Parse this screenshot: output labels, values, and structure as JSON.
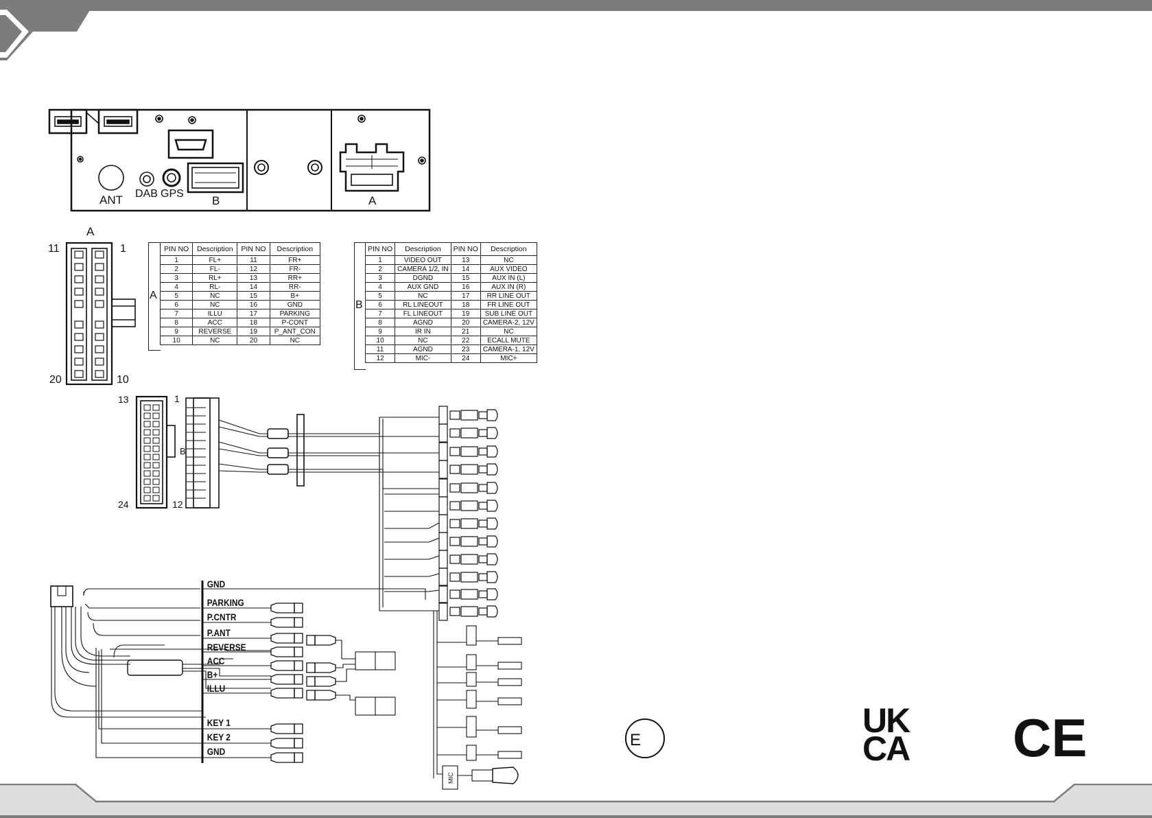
{
  "rear_panel": {
    "labels": {
      "ant": "ANT",
      "dab": "DAB",
      "gps": "GPS",
      "port_b": "B",
      "port_a": "A"
    }
  },
  "connector_a": {
    "title": "A",
    "pin_labels": {
      "top_left": "11",
      "top_right": "1",
      "bottom_left": "20",
      "bottom_right": "10"
    }
  },
  "table_a": {
    "side_label": "A",
    "headers": [
      "PIN NO",
      "Description",
      "PIN NO",
      "Description"
    ],
    "rows": [
      [
        "1",
        "FL+",
        "11",
        "FR+"
      ],
      [
        "2",
        "FL-",
        "12",
        "FR-"
      ],
      [
        "3",
        "RL+",
        "13",
        "RR+"
      ],
      [
        "4",
        "RL-",
        "14",
        "RR-"
      ],
      [
        "5",
        "NC",
        "15",
        "B+"
      ],
      [
        "6",
        "NC",
        "16",
        "GND"
      ],
      [
        "7",
        "ILLU",
        "17",
        "PARKING"
      ],
      [
        "8",
        "ACC",
        "18",
        "P-CONT"
      ],
      [
        "9",
        "REVERSE",
        "19",
        "P_ANT_CON"
      ],
      [
        "10",
        "NC",
        "20",
        "NC"
      ]
    ]
  },
  "table_b": {
    "side_label": "B",
    "headers": [
      "PIN NO",
      "Description",
      "PIN NO",
      "Description"
    ],
    "rows": [
      [
        "1",
        "VIDEO OUT",
        "13",
        "NC"
      ],
      [
        "2",
        "CAMERA 1/2, IN",
        "14",
        "AUX VIDEO"
      ],
      [
        "3",
        "DGND",
        "15",
        "AUX IN (L)"
      ],
      [
        "4",
        "AUX GND",
        "16",
        "AUX IN (R)"
      ],
      [
        "5",
        "NC",
        "17",
        "RR LINE OUT"
      ],
      [
        "6",
        "RL LINEOUT",
        "18",
        "FR LINE OUT"
      ],
      [
        "7",
        "FL LINEOUT",
        "19",
        "SUB LINE OUT"
      ],
      [
        "8",
        "AGND",
        "20",
        "CAMERA-2, 12V"
      ],
      [
        "9",
        "IR IN",
        "21",
        "NC"
      ],
      [
        "10",
        "NC",
        "22",
        "ECALL MUTE"
      ],
      [
        "11",
        "AGND",
        "23",
        "CAMERA-1, 12V"
      ],
      [
        "12",
        "MIC-",
        "24",
        "MIC+"
      ]
    ]
  },
  "connector_b": {
    "pin_labels": {
      "top_left": "13",
      "top_right": "1",
      "bottom_left": "24",
      "bottom_right": "12"
    },
    "side_label": "B"
  },
  "harness": {
    "wires": [
      "GND",
      "PARKING",
      "P.CNTR",
      "P.ANT",
      "REVERSE",
      "ACC",
      "B+",
      "ILLU",
      "KEY 1",
      "KEY 2",
      "GND"
    ],
    "mic_label": "MIC"
  },
  "certification": {
    "e_mark": "E",
    "ukca": [
      "UK",
      "CA"
    ],
    "ce": "CE"
  },
  "colors": {
    "band_gray": "#7b7c7e",
    "footer_light": "#dcdddf",
    "line": "#111111"
  }
}
